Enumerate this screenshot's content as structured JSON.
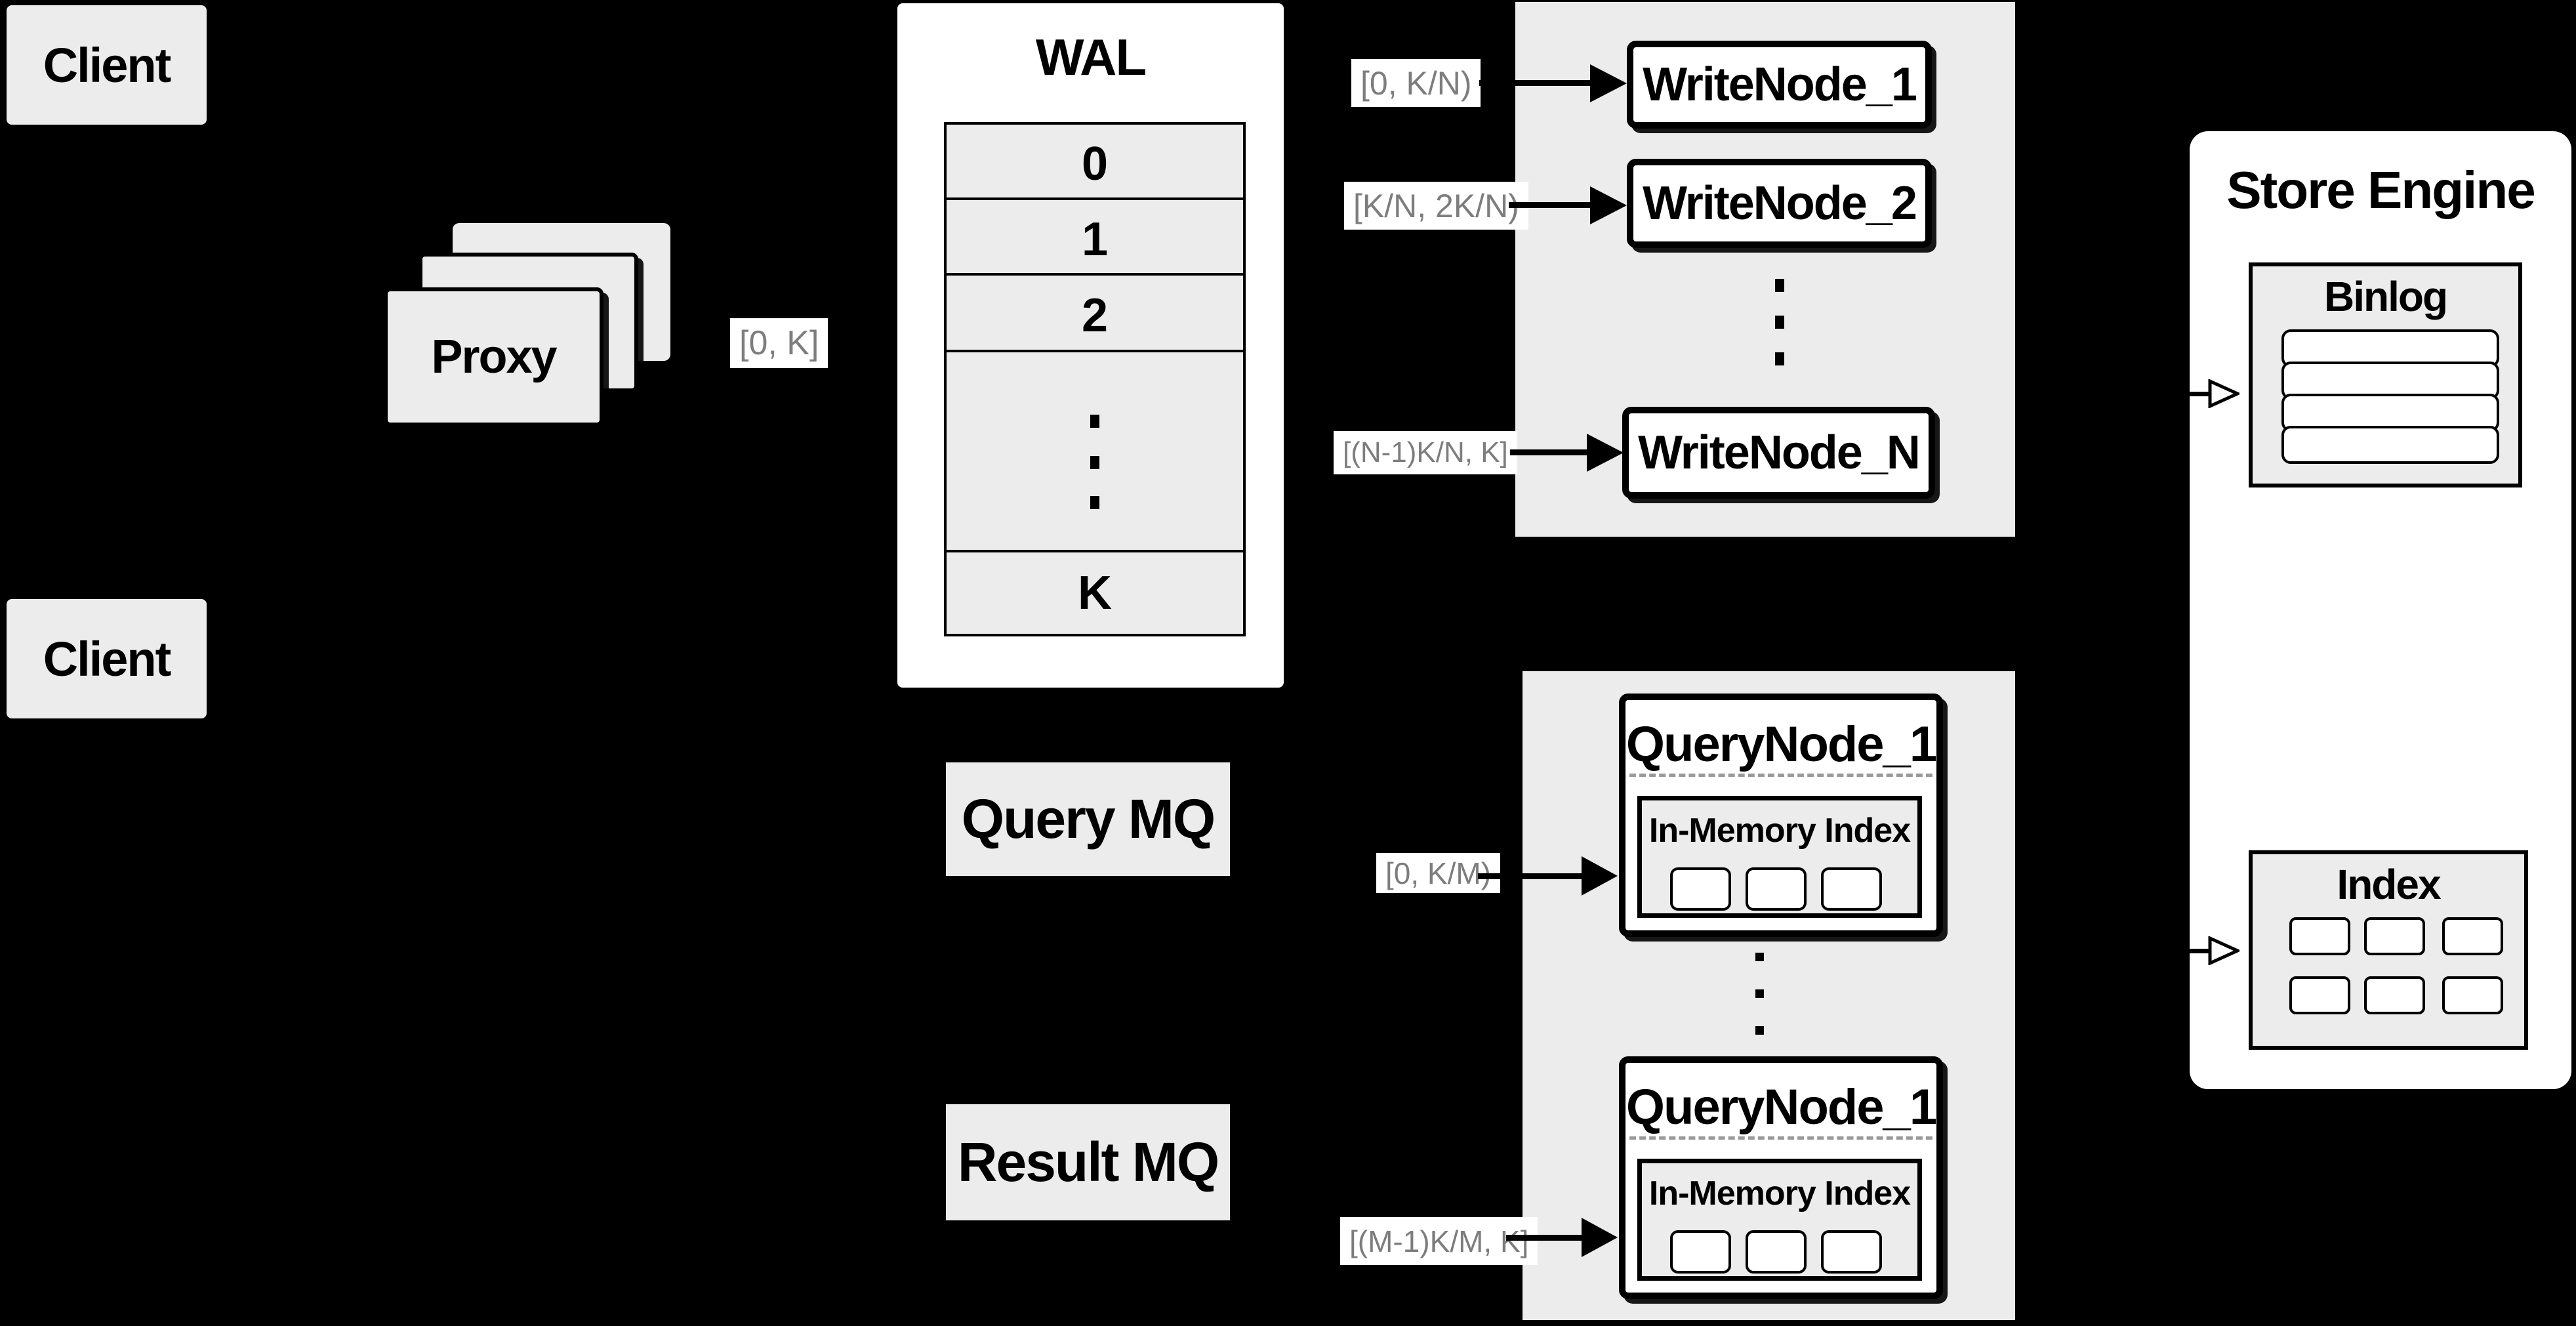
{
  "colors": {
    "background": "#000000",
    "panel_gray": "#ececec",
    "box_white": "#ffffff",
    "line_black": "#000000",
    "chip_text_gray": "#7d7d7d",
    "dashed_gray": "#999999"
  },
  "clients": {
    "top": "Client",
    "bottom": "Client"
  },
  "proxy": {
    "label": "Proxy"
  },
  "chips": {
    "proxy_out": "[0, K]",
    "write_1": "[0, K/N)",
    "write_2": "[K/N, 2K/N)",
    "write_n": "[(N-1)K/N, K]",
    "query_1": "[0, K/M)",
    "query_2": "[(M-1)K/M, K]"
  },
  "wal": {
    "title": "WAL",
    "rows": [
      "0",
      "1",
      "2",
      "K"
    ]
  },
  "write_nodes": {
    "node_1": "WriteNode_1",
    "node_2": "WriteNode_2",
    "node_n": "WriteNode_N"
  },
  "mq": {
    "query_label": "Query MQ",
    "result_label": "Result MQ"
  },
  "query_nodes": {
    "top": {
      "title": "QueryNode_1",
      "panel_title": "In-Memory Index"
    },
    "bottom": {
      "title": "QueryNode_1",
      "panel_title": "In-Memory Index"
    }
  },
  "store_engine": {
    "title": "Store Engine",
    "binlog_title": "Binlog",
    "index_title": "Index"
  }
}
